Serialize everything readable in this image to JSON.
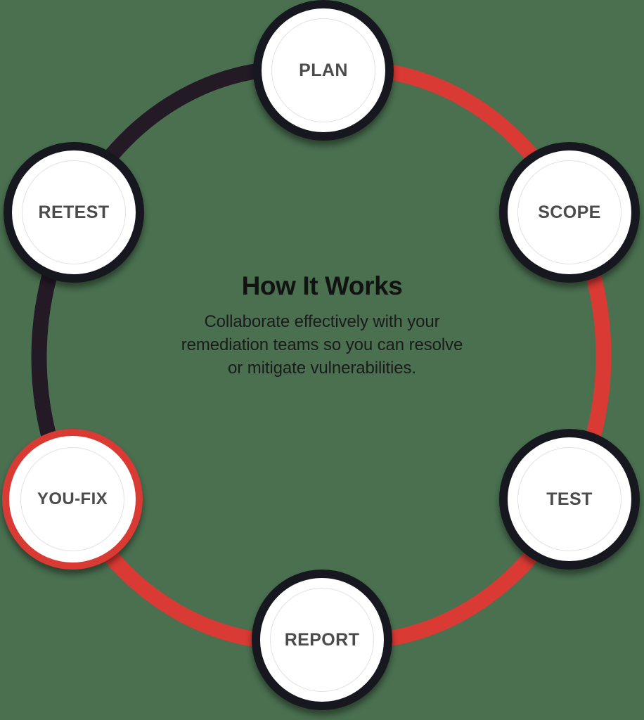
{
  "diagram": {
    "type": "process-cycle",
    "title": "How It Works",
    "subtitle_lines": [
      "Collaborate effectively with your",
      "remediation teams so you can resolve",
      "or mitigate vulnerabilities."
    ],
    "subtitle_full": "Collaborate effectively with your remediation teams so you can resolve or mitigate vulnerabilities."
  },
  "colors": {
    "background": "#4a7050",
    "accent_red": "#d93a33",
    "dark_ring": "#17181f",
    "dark_arc": "#241a26",
    "node_fill": "#ffffff",
    "label_text": "#4b4b4b",
    "title_text": "#121212"
  },
  "nodes": [
    {
      "id": "plan",
      "label": "PLAN",
      "state": "default",
      "order": 1
    },
    {
      "id": "scope",
      "label": "SCOPE",
      "state": "default",
      "order": 2
    },
    {
      "id": "test",
      "label": "TEST",
      "state": "default",
      "order": 3
    },
    {
      "id": "report",
      "label": "REPORT",
      "state": "default",
      "order": 4
    },
    {
      "id": "youfix",
      "label": "YOU-FIX",
      "state": "highlighted",
      "order": 5
    },
    {
      "id": "retest",
      "label": "RETEST",
      "state": "default",
      "order": 6
    }
  ],
  "arcs": [
    {
      "from": "plan",
      "to": "scope",
      "color": "accent_red"
    },
    {
      "from": "scope",
      "to": "test",
      "color": "accent_red"
    },
    {
      "from": "test",
      "to": "report",
      "color": "accent_red"
    },
    {
      "from": "report",
      "to": "youfix",
      "color": "accent_red"
    },
    {
      "from": "youfix",
      "to": "retest",
      "color": "dark_arc"
    },
    {
      "from": "retest",
      "to": "plan",
      "color": "dark_arc"
    }
  ]
}
